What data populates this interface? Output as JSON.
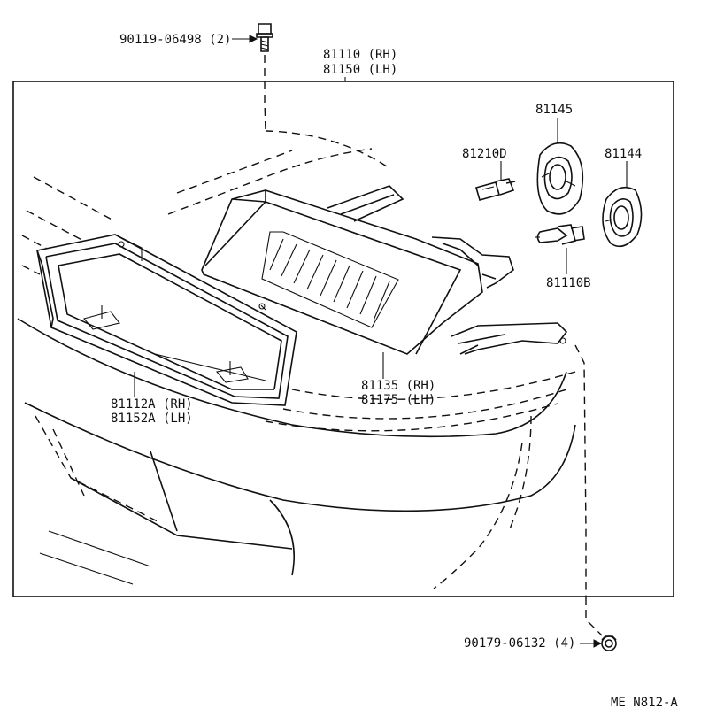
{
  "parts": {
    "bolt": "90119-06498 (2)",
    "headlamp_assy_rh": "81110 (RH)",
    "headlamp_assy_lh": "81150 (LH)",
    "cover_81145": "81145",
    "bulb_81210d": "81210D",
    "cover_81144": "81144",
    "bulb_81110b": "81110B",
    "housing_rh": "81135 (RH)",
    "housing_lh": "81175 (LH)",
    "bezel_rh": "81112A (RH)",
    "bezel_lh": "81152A (LH)",
    "nut": "90179-06132 (4)"
  },
  "diagram_code": "ME N812-A"
}
